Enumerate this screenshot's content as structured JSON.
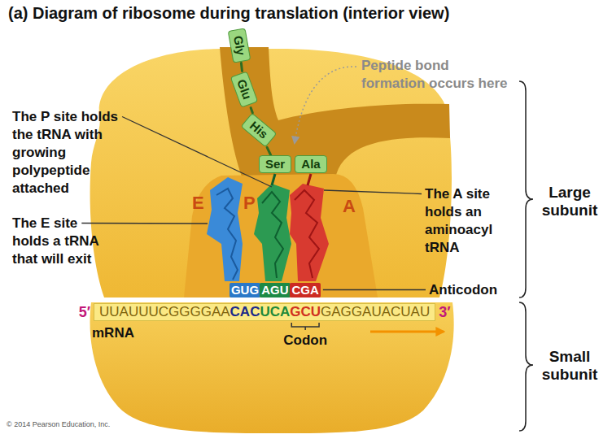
{
  "diagram": {
    "title": "(a) Diagram of ribosome during translation (interior view)",
    "nodes": [
      {
        "text": [
          "Gly"
        ]
      },
      {
        "text": [
          "Glu"
        ]
      },
      {
        "text": [
          "His"
        ]
      },
      {
        "text": [
          "Ser"
        ]
      },
      {
        "text": [
          "Ala"
        ]
      },
      {
        "text": [
          "UUAUUUCGGGGAA",
          "CAC",
          "UCA",
          "GCU",
          "GAGGAUACUAU"
        ]
      }
    ],
    "edges": [
      {
        "from": 0,
        "to": 1,
        "arrow": "none"
      },
      {
        "from": 1,
        "to": 2,
        "arrow": "none"
      },
      {
        "from": 2,
        "to": 3,
        "arrow": "none"
      }
    ],
    "labels": [
      "Peptide bond formation occurs here",
      "The P site holds the tRNA with growing polypeptide attached",
      "The E site holds a tRNA that will exit",
      "E",
      "P",
      "A",
      "The A site holds an aminoacyl tRNA",
      "Large subunit",
      "GUG",
      "AGU",
      "CGA",
      "Anticodon",
      "5′",
      "3′",
      "mRNA",
      "Codon",
      "Small subunit",
      "© 2014 Pearson Education, Inc."
    ]
  }
}
